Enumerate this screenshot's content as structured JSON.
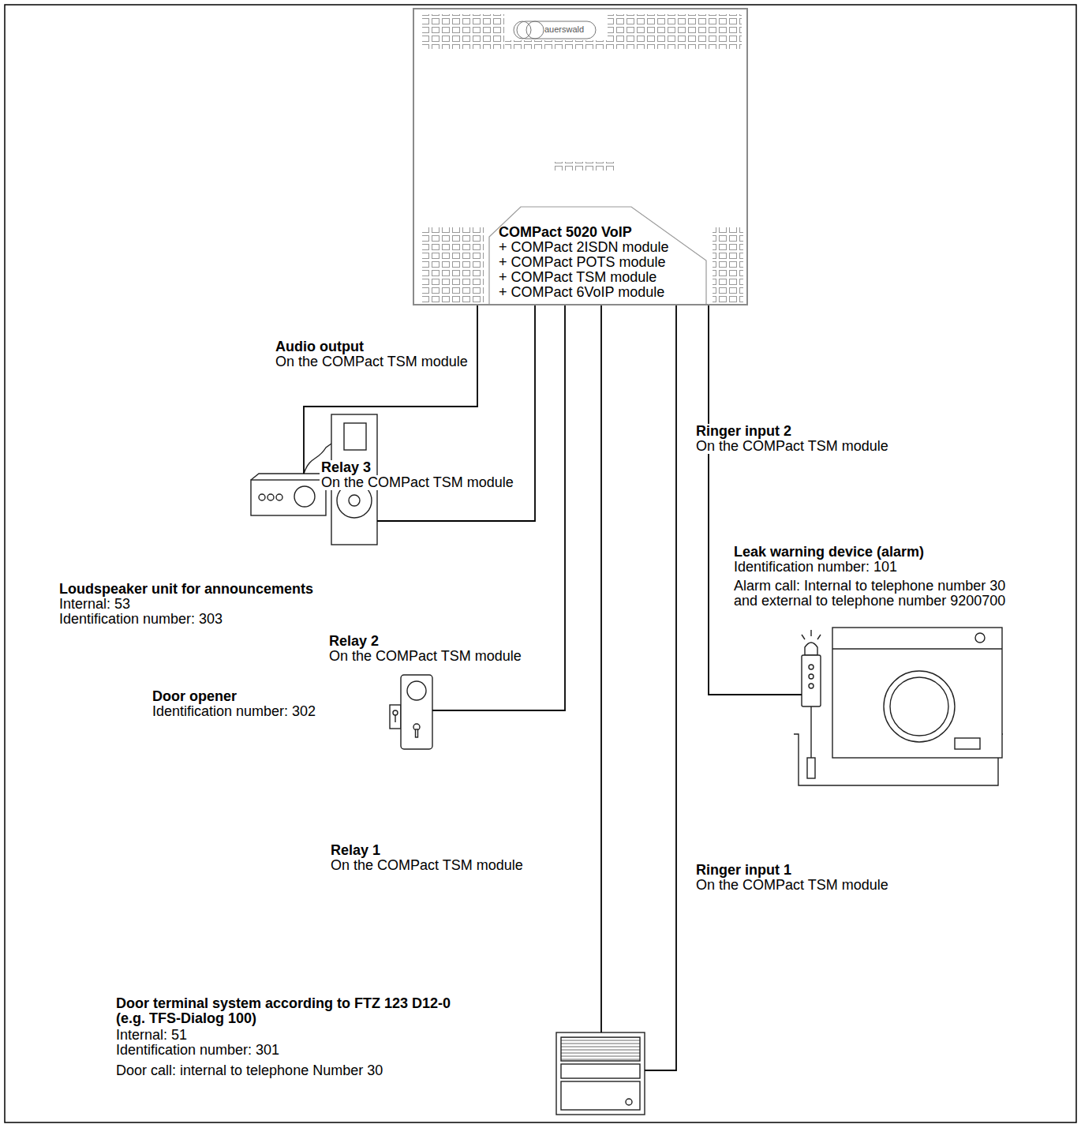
{
  "diagram": {
    "nodes": [
      {
        "text": [
          "COMPact 5020 VoIP",
          "+ COMPact 2ISDN module",
          "+ COMPact POTS module",
          "+ COMPact TSM module",
          "+ COMPact 6VoIP module"
        ]
      },
      {
        "text": [
          "Loudspeaker unit for announcements",
          "Internal: 53",
          "Identification number: 303"
        ]
      },
      {
        "text": [
          "Leak warning device (alarm)",
          "Identification number: 101",
          "Alarm call: Internal to telephone number 30 and external to telephone number 9200700"
        ]
      },
      {
        "text": [
          "Door opener",
          "Identification number: 302"
        ]
      },
      {
        "text": [
          "Door terminal system according to FTZ 123 D12-0 (e.g. TFS-Dialog 100)",
          "Internal: 51",
          "Identification number: 301",
          "Door call: internal to telephone Number 30"
        ]
      }
    ],
    "edges": [
      {
        "from": 0,
        "to": 1,
        "arrow": "none",
        "label": "Audio output"
      },
      {
        "from": 0,
        "to": 1,
        "arrow": "none",
        "label": "Relay 3"
      },
      {
        "from": 0,
        "to": 3,
        "arrow": "none",
        "label": "Relay 2"
      },
      {
        "from": 0,
        "to": 4,
        "arrow": "none",
        "label": "Relay 1"
      },
      {
        "from": 0,
        "to": 4,
        "arrow": "none",
        "label": "Ringer input 1"
      },
      {
        "from": 0,
        "to": 2,
        "arrow": "none",
        "label": "Ringer input 2"
      }
    ],
    "labels": [
      "auerswald",
      "On the COMPact TSM module",
      "On the COMPact TSM module",
      "On the COMPact TSM module",
      "On the COMPact TSM module",
      "On the COMPact TSM module",
      "On the COMPact TSM module"
    ]
  }
}
